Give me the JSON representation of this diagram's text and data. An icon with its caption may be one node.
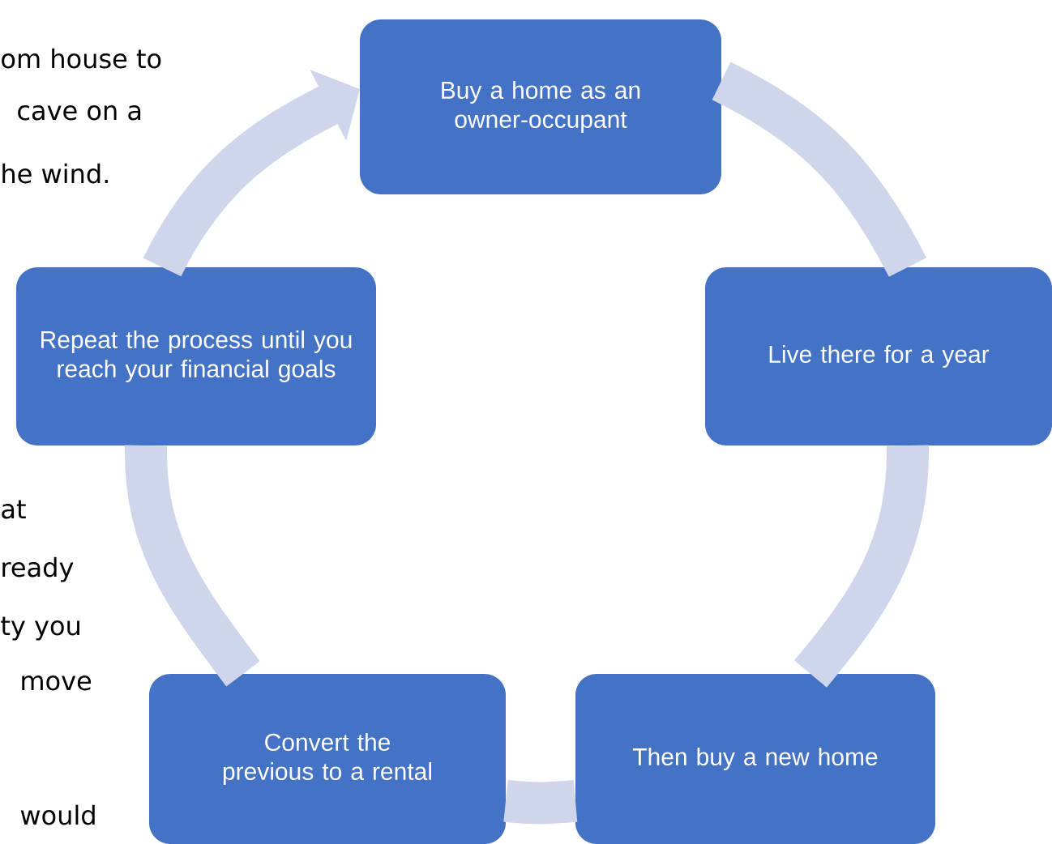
{
  "diagram": {
    "nodes": [
      {
        "text": [
          "Buy a home as an owner-occupant"
        ]
      },
      {
        "text": [
          "Live there for a year"
        ]
      },
      {
        "text": [
          "Then buy a new home"
        ]
      },
      {
        "text": [
          "Convert the previous to a rental"
        ]
      },
      {
        "text": [
          "Repeat the process until you reach your financial goals"
        ]
      }
    ],
    "edges": [
      {
        "from": 0,
        "to": 1,
        "arrow": "none"
      },
      {
        "from": 1,
        "to": 2,
        "arrow": "none"
      },
      {
        "from": 2,
        "to": 3,
        "arrow": "none"
      },
      {
        "from": 3,
        "to": 4,
        "arrow": "none"
      },
      {
        "from": 4,
        "to": 0,
        "arrow": "to"
      }
    ],
    "labels": [
      "om house to",
      "cave on a",
      "he wind.",
      "at",
      "ready",
      "ty you",
      "move",
      "would"
    ]
  }
}
